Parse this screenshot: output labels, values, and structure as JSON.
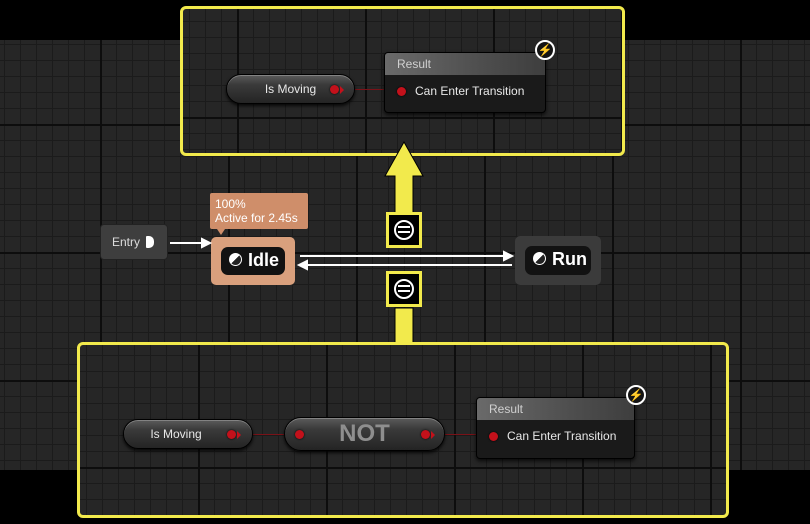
{
  "top_rule": {
    "condition_node_label": "Is Moving",
    "result_node": {
      "header": "Result",
      "pin_label": "Can Enter Transition"
    }
  },
  "state_machine": {
    "entry_label": "Entry",
    "idle_state": "Idle",
    "run_state": "Run",
    "active_tooltip": {
      "percent": "100%",
      "active_for": "Active for 2.45s"
    }
  },
  "bottom_rule": {
    "condition_node_label": "Is Moving",
    "not_node_label": "NOT",
    "result_node": {
      "header": "Result",
      "pin_label": "Can Enter Transition"
    }
  },
  "colors": {
    "highlight_border": "#f2ea4c",
    "exec_pin": "#c3111b",
    "active_state": "#d9a07d",
    "tooltip_bg": "#cf8e6a"
  }
}
